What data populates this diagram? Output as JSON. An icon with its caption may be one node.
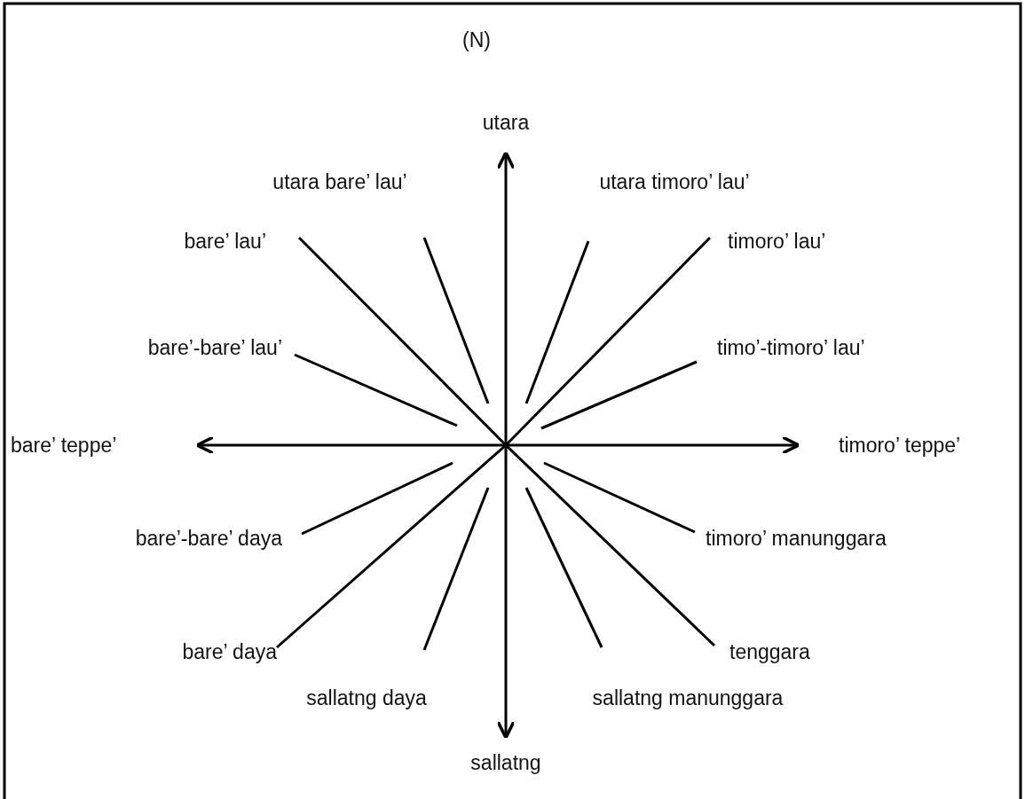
{
  "diagram": {
    "labels": [
      "(N)",
      "utara",
      "utara bare’ lau’",
      "utara timoro’ lau’",
      "bare’ lau’",
      "timoro’ lau’",
      "bare’-bare’ lau’",
      "timo’-timoro’ lau’",
      "bare’ teppe’",
      "timoro’ teppe’",
      "bare’-bare’ daya",
      "timoro’ manunggara",
      "bare’ daya",
      "tenggara",
      "sallatng daya",
      "sallatng manunggara",
      "sallatng"
    ]
  }
}
